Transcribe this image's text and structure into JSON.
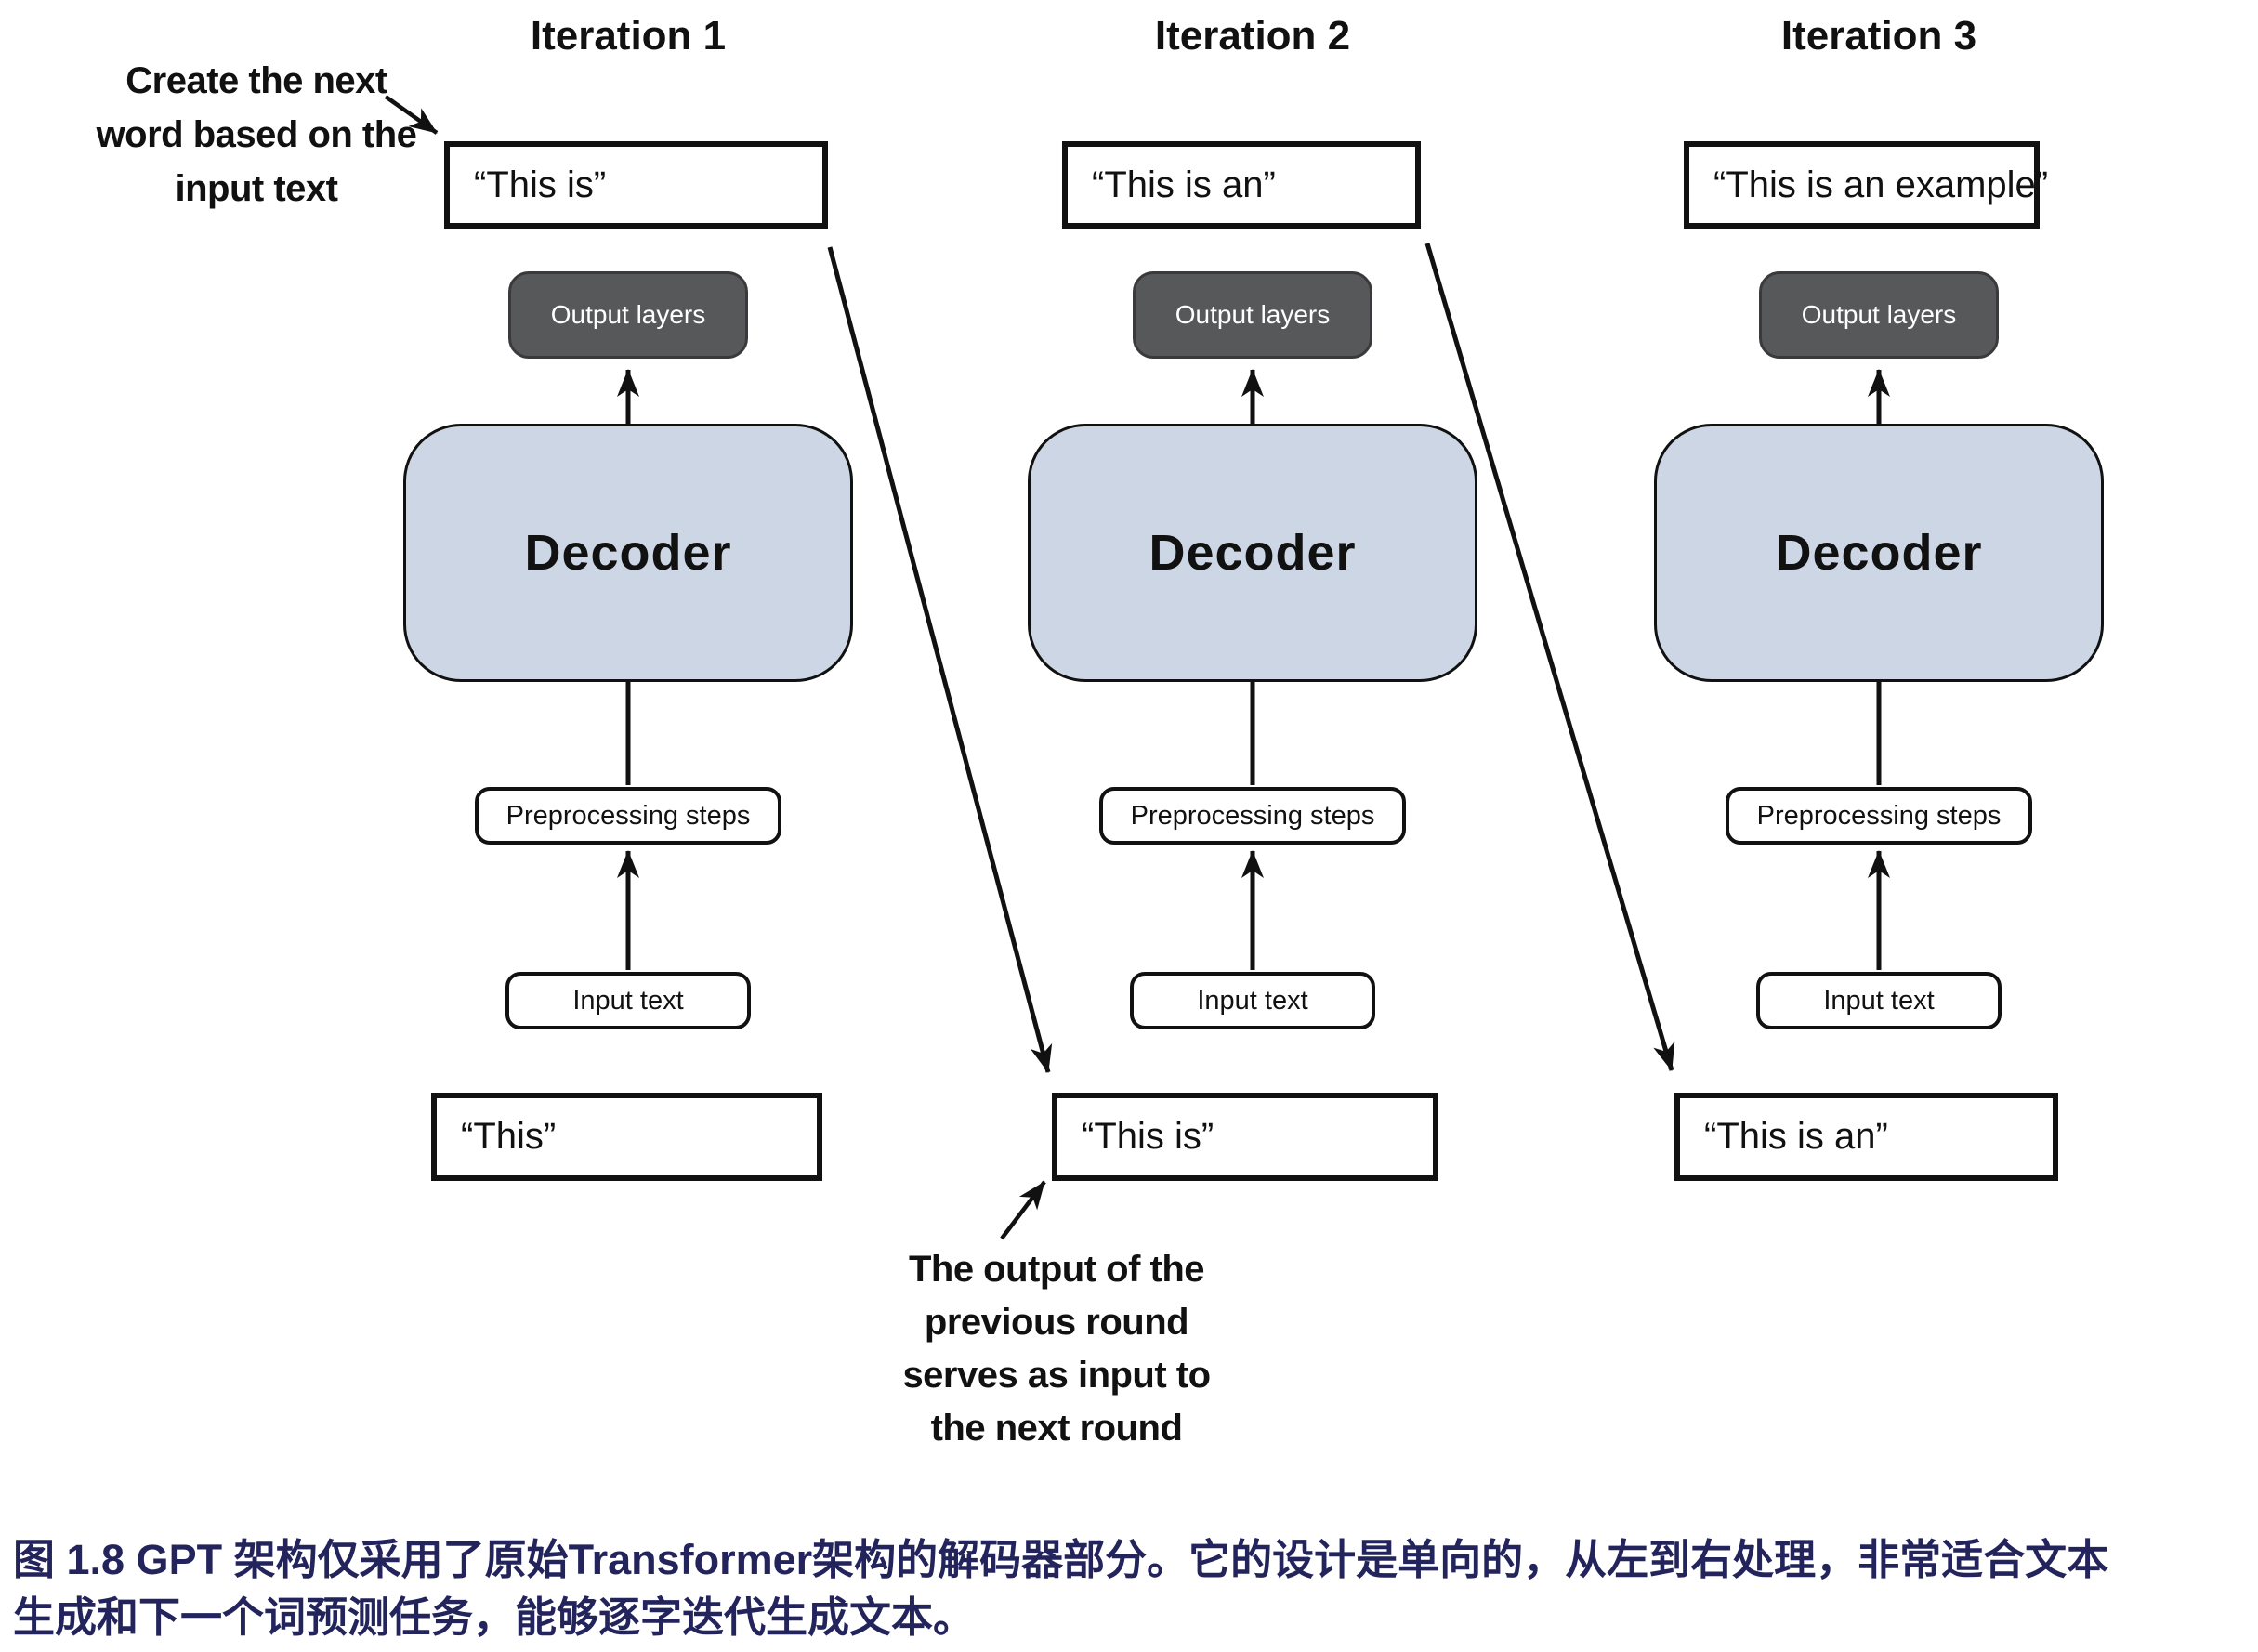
{
  "figure": {
    "annotations": {
      "create_next_word": {
        "lines": [
          "Create the next",
          "word based on the",
          "input text"
        ]
      },
      "output_serves_input": {
        "lines": [
          "The output of the",
          "previous round",
          "serves as input to",
          "the next round"
        ]
      }
    },
    "columns": [
      {
        "header": "Iteration 1",
        "generated_text": "“This is”",
        "output_layers_label": "Output layers",
        "decoder_label": "Decoder",
        "preprocessing_label": "Preprocessing steps",
        "input_box_label": "Input text",
        "input_string": "“This”"
      },
      {
        "header": "Iteration 2",
        "generated_text": "“This is an”",
        "output_layers_label": "Output layers",
        "decoder_label": "Decoder",
        "preprocessing_label": "Preprocessing steps",
        "input_box_label": "Input text",
        "input_string": "“This is”"
      },
      {
        "header": "Iteration 3",
        "generated_text": "“This is an example”",
        "output_layers_label": "Output layers",
        "decoder_label": "Decoder",
        "preprocessing_label": "Preprocessing steps",
        "input_box_label": "Input text",
        "input_string": "“This is an”"
      }
    ],
    "caption": {
      "lines": [
        "图 1.8  GPT 架构仅采用了原始Transformer架构的解码器部分。它的设计是单向的，从左到右处理，非常适合文本",
        "生成和下一个词预测任务，能够逐字迭代生成文本。"
      ]
    },
    "colors": {
      "decoder_fill": "#ccd6e4",
      "output_layers_fill": "#57585a",
      "caption_text": "#24245c",
      "line": "#111111"
    }
  }
}
